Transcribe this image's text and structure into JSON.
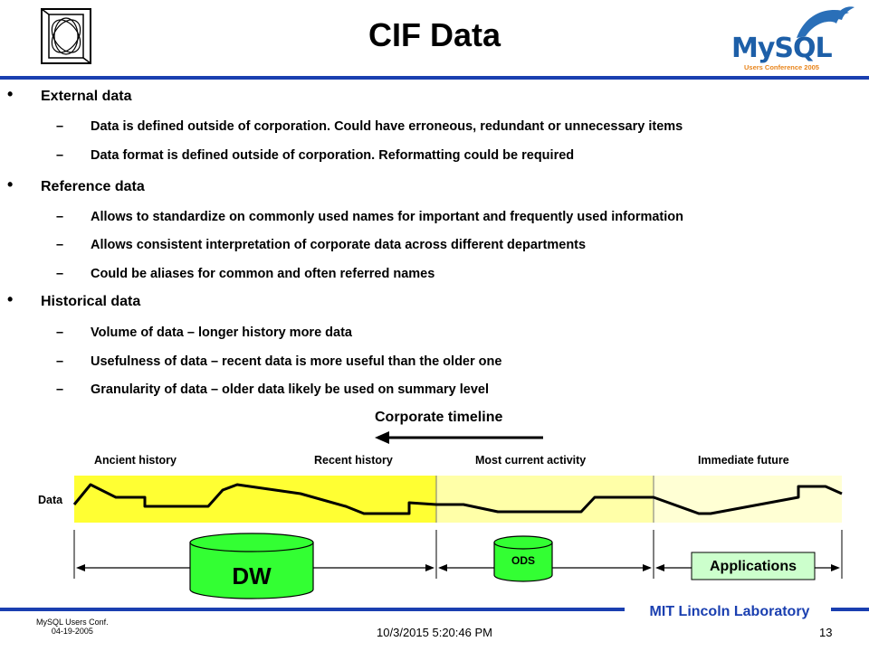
{
  "title": "CIF Data",
  "logo": {
    "text": "MySQL",
    "subtext": "Users Conference 2005"
  },
  "bullets": [
    {
      "label": "External data",
      "items": [
        "Data is defined outside of corporation.  Could have erroneous, redundant or unnecessary items",
        "Data format is defined outside of corporation.  Reformatting could be required"
      ]
    },
    {
      "label": "Reference data",
      "items": [
        "Allows to standardize on commonly used names for important and frequently used information",
        "Allows consistent interpretation of corporate data across different departments",
        "Could be aliases for common and often referred names"
      ]
    },
    {
      "label": "Historical data",
      "items": [
        "Volume of data – longer history more data",
        "Usefulness of data – recent data is more useful than the older one",
        "Granularity of data – older data likely be used on summary level"
      ]
    }
  ],
  "bullet_symbol": "•",
  "dash_symbol": "–",
  "diagram": {
    "timeline_label": "Corporate timeline",
    "periods": [
      "Ancient history",
      "Recent history",
      "Most current activity",
      "Immediate future"
    ],
    "row_label": "Data",
    "stores": {
      "dw": "DW",
      "ods": "ODS",
      "apps": "Applications"
    },
    "colors": {
      "dark_zone": "#ffff33",
      "light_zone": "#ffffa8",
      "lightest_zone": "#ffffd4",
      "cylinder": "#33ff33",
      "apps_box": "#ccffcc"
    }
  },
  "footer": {
    "lab": "MIT Lincoln Laboratory",
    "conf_line1": "MySQL Users Conf.",
    "conf_line2": "04-19-2005",
    "datetime": "10/3/2015 5:20:46 PM",
    "page": "13"
  },
  "colors": {
    "accent": "#1a3fb0",
    "mysql_blue": "#1d5fa8",
    "mysql_orange": "#e8841a"
  }
}
